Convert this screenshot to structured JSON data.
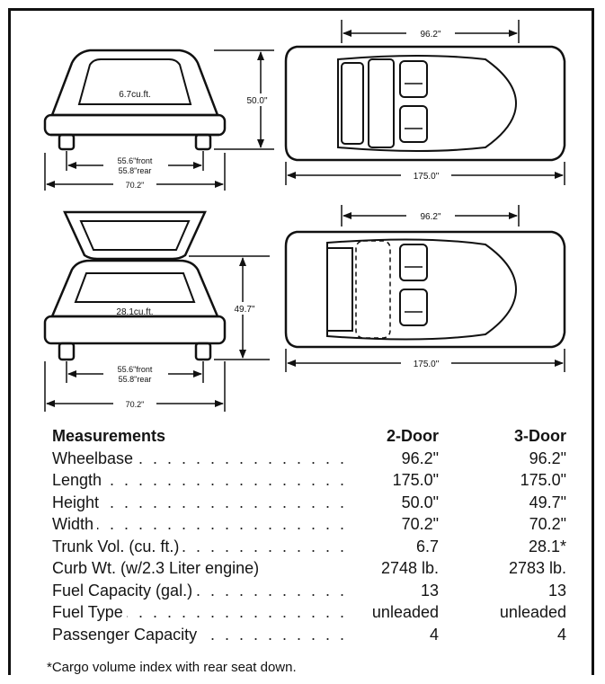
{
  "diagram": {
    "top_front_height": "50.0\"",
    "top_front_volume": "6.7cu.ft.",
    "top_front_track_front": "55.6\"front",
    "top_front_track_rear": "55.8\"rear",
    "top_front_width": "70.2\"",
    "top_plan_wheelbase": "96.2\"",
    "top_plan_length": "175.0\"",
    "bottom_front_height": "49.7\"",
    "bottom_front_volume": "28.1cu.ft.",
    "bottom_front_track_front": "55.6\"front",
    "bottom_front_track_rear": "55.8\"rear",
    "bottom_front_width": "70.2\"",
    "bottom_plan_wheelbase": "96.2\"",
    "bottom_plan_length": "175.0\""
  },
  "table": {
    "header": {
      "label": "Measurements",
      "col2": "2-Door",
      "col3": "3-Door"
    },
    "rows": [
      {
        "label": "Wheelbase",
        "dotted": true,
        "col2": "96.2\"",
        "col3": "96.2\""
      },
      {
        "label": "Length",
        "dotted": true,
        "col2": "175.0\"",
        "col3": "175.0\""
      },
      {
        "label": "Height",
        "dotted": true,
        "col2": "50.0\"",
        "col3": "49.7\""
      },
      {
        "label": "Width",
        "dotted": true,
        "col2": "70.2\"",
        "col3": "70.2\""
      },
      {
        "label": "Trunk Vol. (cu. ft.)",
        "dotted": true,
        "col2": "6.7",
        "col3": "28.1*"
      },
      {
        "label": "Curb Wt. (w/2.3 Liter engine)",
        "dotted": false,
        "col2": "2748 lb.",
        "col3": "2783 lb."
      },
      {
        "label": "Fuel Capacity (gal.)",
        "dotted": true,
        "col2": "13",
        "col3": "13"
      },
      {
        "label": "Fuel Type",
        "dotted": true,
        "col2": "unleaded",
        "col3": "unleaded"
      },
      {
        "label": "Passenger Capacity",
        "dotted": true,
        "col2": "4",
        "col3": "4"
      }
    ]
  },
  "footnote": "*Cargo volume index with rear seat down."
}
